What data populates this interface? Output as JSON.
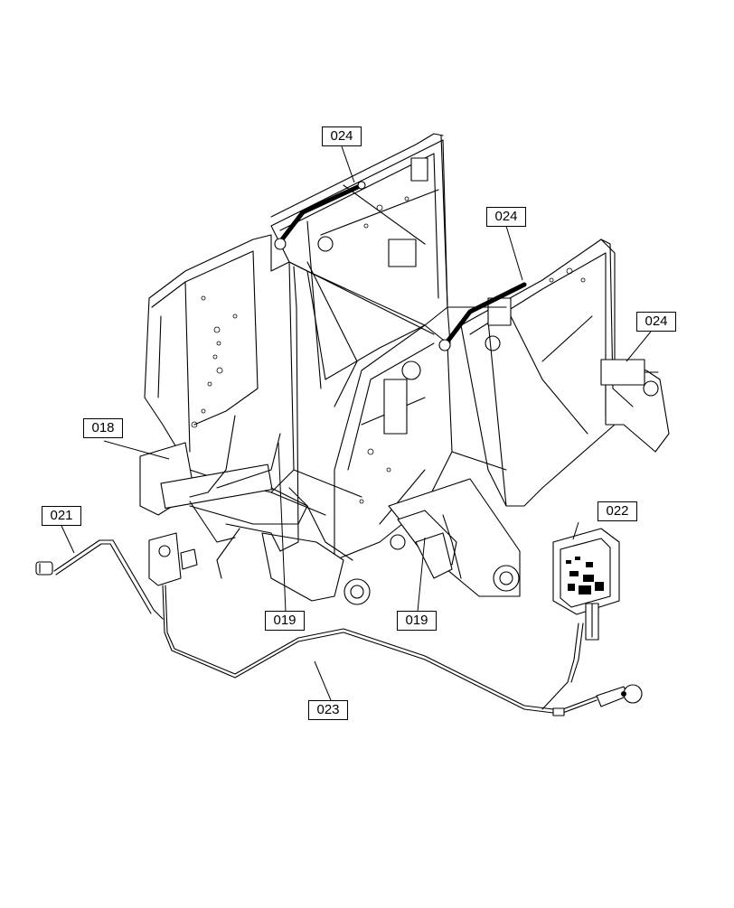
{
  "diagram": {
    "callouts": [
      {
        "id": "c1",
        "label": "024"
      },
      {
        "id": "c2",
        "label": "024"
      },
      {
        "id": "c3",
        "label": "024"
      },
      {
        "id": "c4",
        "label": "018"
      },
      {
        "id": "c5",
        "label": "021"
      },
      {
        "id": "c6",
        "label": "022"
      },
      {
        "id": "c7",
        "label": "019"
      },
      {
        "id": "c8",
        "label": "019"
      },
      {
        "id": "c9",
        "label": "023"
      }
    ]
  }
}
